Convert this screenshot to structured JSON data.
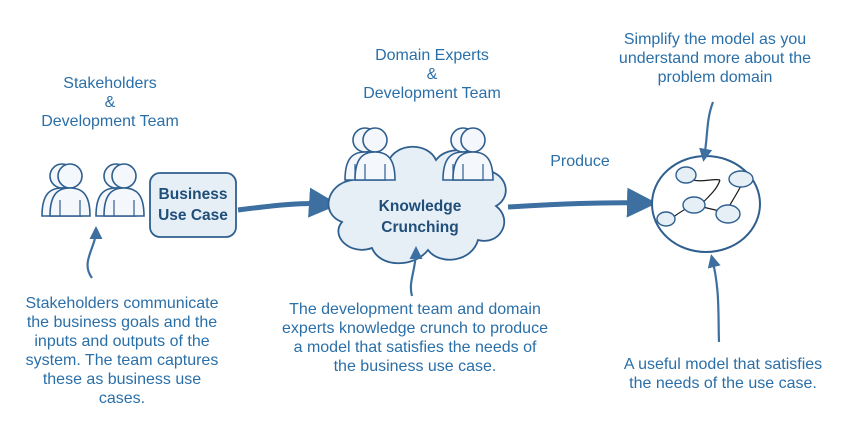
{
  "labels": {
    "stakeholders_group": "Stakeholders\n&\nDevelopment Team",
    "experts_group": "Domain Experts\n&\nDevelopment Team",
    "business_use_case": "Business\nUse Case",
    "knowledge_crunching": "Knowledge\nCrunching",
    "produce": "Produce",
    "simplify_note": "Simplify the model as you\nunderstand more about the\nproblem domain",
    "stakeholders_note": "Stakeholders communicate\nthe business goals and the\ninputs and outputs of the\nsystem. The team captures\nthese as business use\ncases.",
    "crunch_note": "The development team and domain\nexperts knowledge crunch to produce\na model that satisfies the needs of\nthe business use case.",
    "useful_model_note": "A useful model that satisfies\nthe needs of the use case."
  },
  "colors": {
    "text": "#2a6fa8",
    "arrow": "#3d6fa0",
    "stroke": "#2f5f8f",
    "fill": "#e6eef6"
  }
}
